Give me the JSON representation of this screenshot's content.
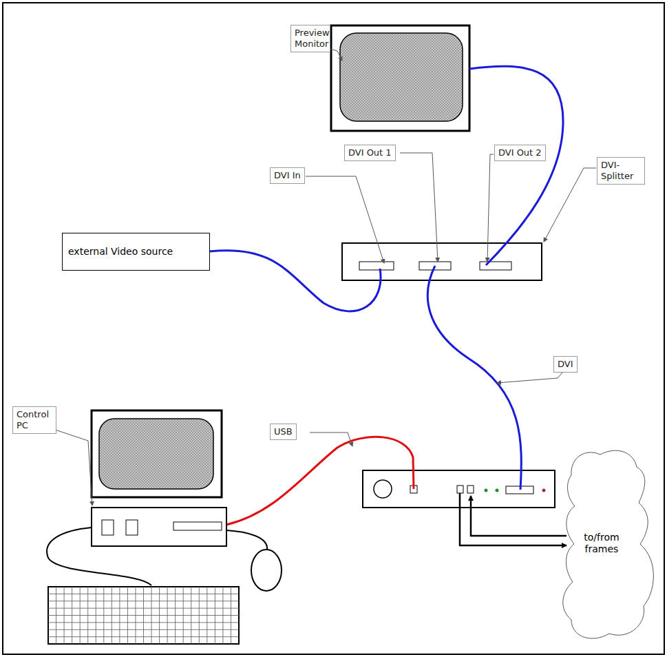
{
  "diagram": {
    "nodes": [
      {
        "text": [
          "external Video source"
        ]
      },
      {
        "text": [
          "to/from frames"
        ]
      }
    ],
    "labels": [
      "Preview Monitor",
      "DVI In",
      "DVI Out 1",
      "DVI Out 2",
      "DVI-Splitter",
      "DVI",
      "Control PC",
      "USB"
    ]
  }
}
